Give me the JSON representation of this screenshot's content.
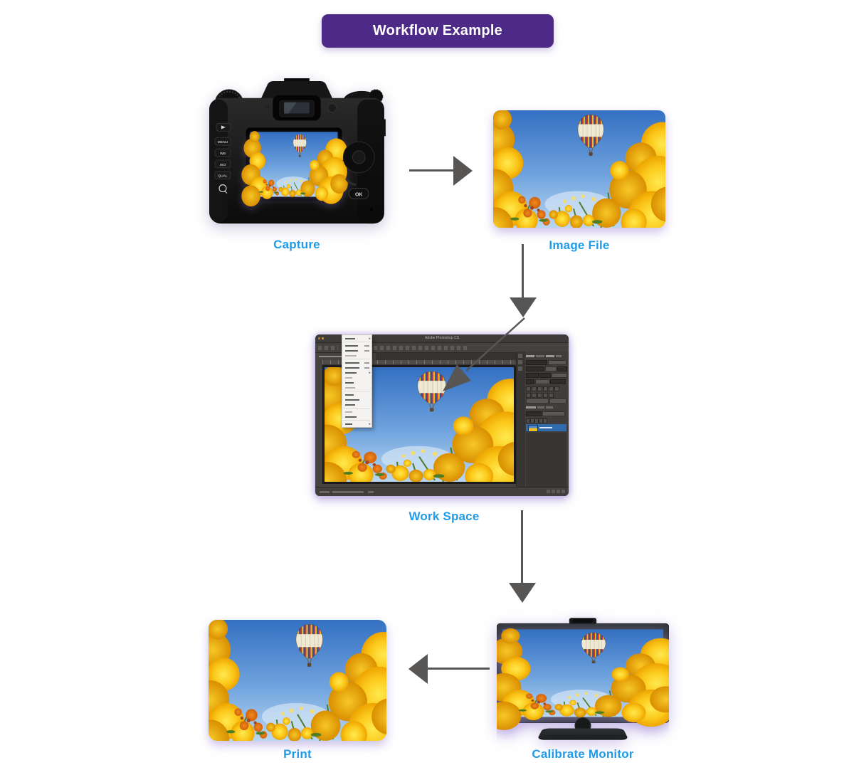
{
  "banner": {
    "label": "Workflow Example"
  },
  "steps": {
    "capture": "Capture",
    "image_file": "Image File",
    "work_space": "Work Space",
    "calibrate_monitor": "Calibrate Monitor",
    "print": "Print"
  },
  "camera": {
    "btn_menu": "MENU",
    "btn_wb": "WB",
    "btn_iso": "ISO",
    "btn_qual": "QUAL",
    "btn_ok": "OK"
  },
  "photoshop": {
    "window_title": "Adobe Photoshop CS"
  },
  "icons": {
    "camera": "dslr-camera-back",
    "monitor": "desktop-monitor-with-calibrator",
    "balloon": "hot-air-balloon",
    "arrows": "solid-gray-flow-arrows"
  },
  "colors": {
    "banner_bg": "#4D2A88",
    "label_blue": "#1E9BE9",
    "arrow_gray": "#585555",
    "sky_blue": "#3470C2",
    "flower_yellow": "#FBC81A"
  }
}
